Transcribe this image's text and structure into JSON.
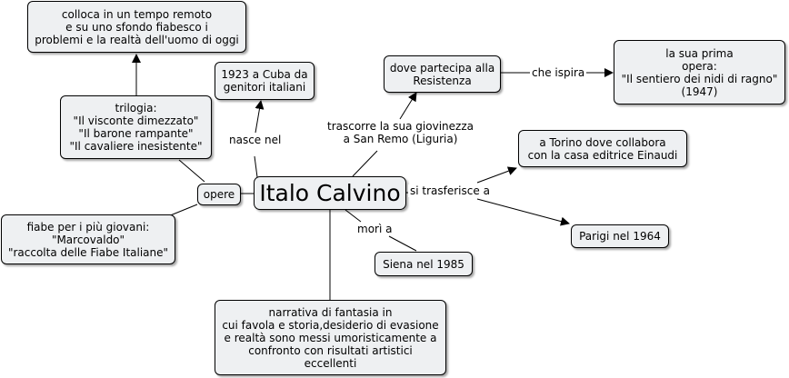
{
  "main": "Italo Calvino",
  "nodes": {
    "remoto": "colloca in un tempo remoto\ne su uno sfondo fiabesco i\nproblemi e la realtà dell'uomo di oggi",
    "cuba": "1923 a Cuba da\ngenitori italiani",
    "resistenza": "dove partecipa alla\nResistenza",
    "prima_opera": "la sua prima\nopera:\n\"Il sentiero dei nidi di ragno\"\n(1947)",
    "trilogia": "trilogia:\n\"Il visconte dimezzato\"\n\"Il barone rampante\"\n\"Il cavaliere inesistente\"",
    "torino": "a Torino dove collabora\ncon la casa editrice Einaudi",
    "opere": "opere",
    "fiabe": "fiabe per i più giovani:\n\"Marcovaldo\"\n\"raccolta delle Fiabe Italiane\"",
    "parigi": "Parigi nel 1964",
    "siena": "Siena nel 1985",
    "narrativa": "narrativa di fantasia in\ncui favola e storia,desiderio di evasione\ne realtà sono messi umoristicamente a\nconfronto con risultati artistici\neccellenti"
  },
  "labels": {
    "nasce": "nasce nel",
    "trascorre": "trascorre la sua giovinezza\na San Remo (Liguria)",
    "ispira": "che ispira",
    "trasferisce": "si trasferisce a",
    "mori": "morì a"
  }
}
